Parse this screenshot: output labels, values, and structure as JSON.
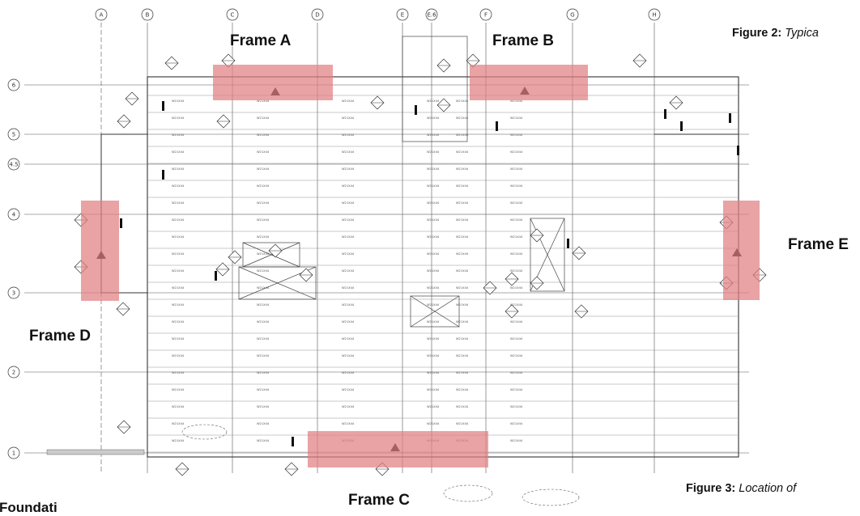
{
  "figure": {
    "grid_columns": [
      "A",
      "B",
      "C",
      "D",
      "E",
      "E.6",
      "F",
      "G",
      "H"
    ],
    "grid_rows": [
      "6",
      "5",
      "4.5",
      "4",
      "3",
      "2",
      "1"
    ],
    "frames": {
      "a": "Frame A",
      "b": "Frame B",
      "c": "Frame C",
      "d": "Frame D",
      "e": "Frame E"
    },
    "highlight_color": "#e07f82",
    "caption2": {
      "lead": "Figure 2:",
      "rest": "Typica"
    },
    "caption3": {
      "lead": "Figure 3:",
      "rest": "Location of"
    },
    "bottom_left_text": "Foundati"
  }
}
